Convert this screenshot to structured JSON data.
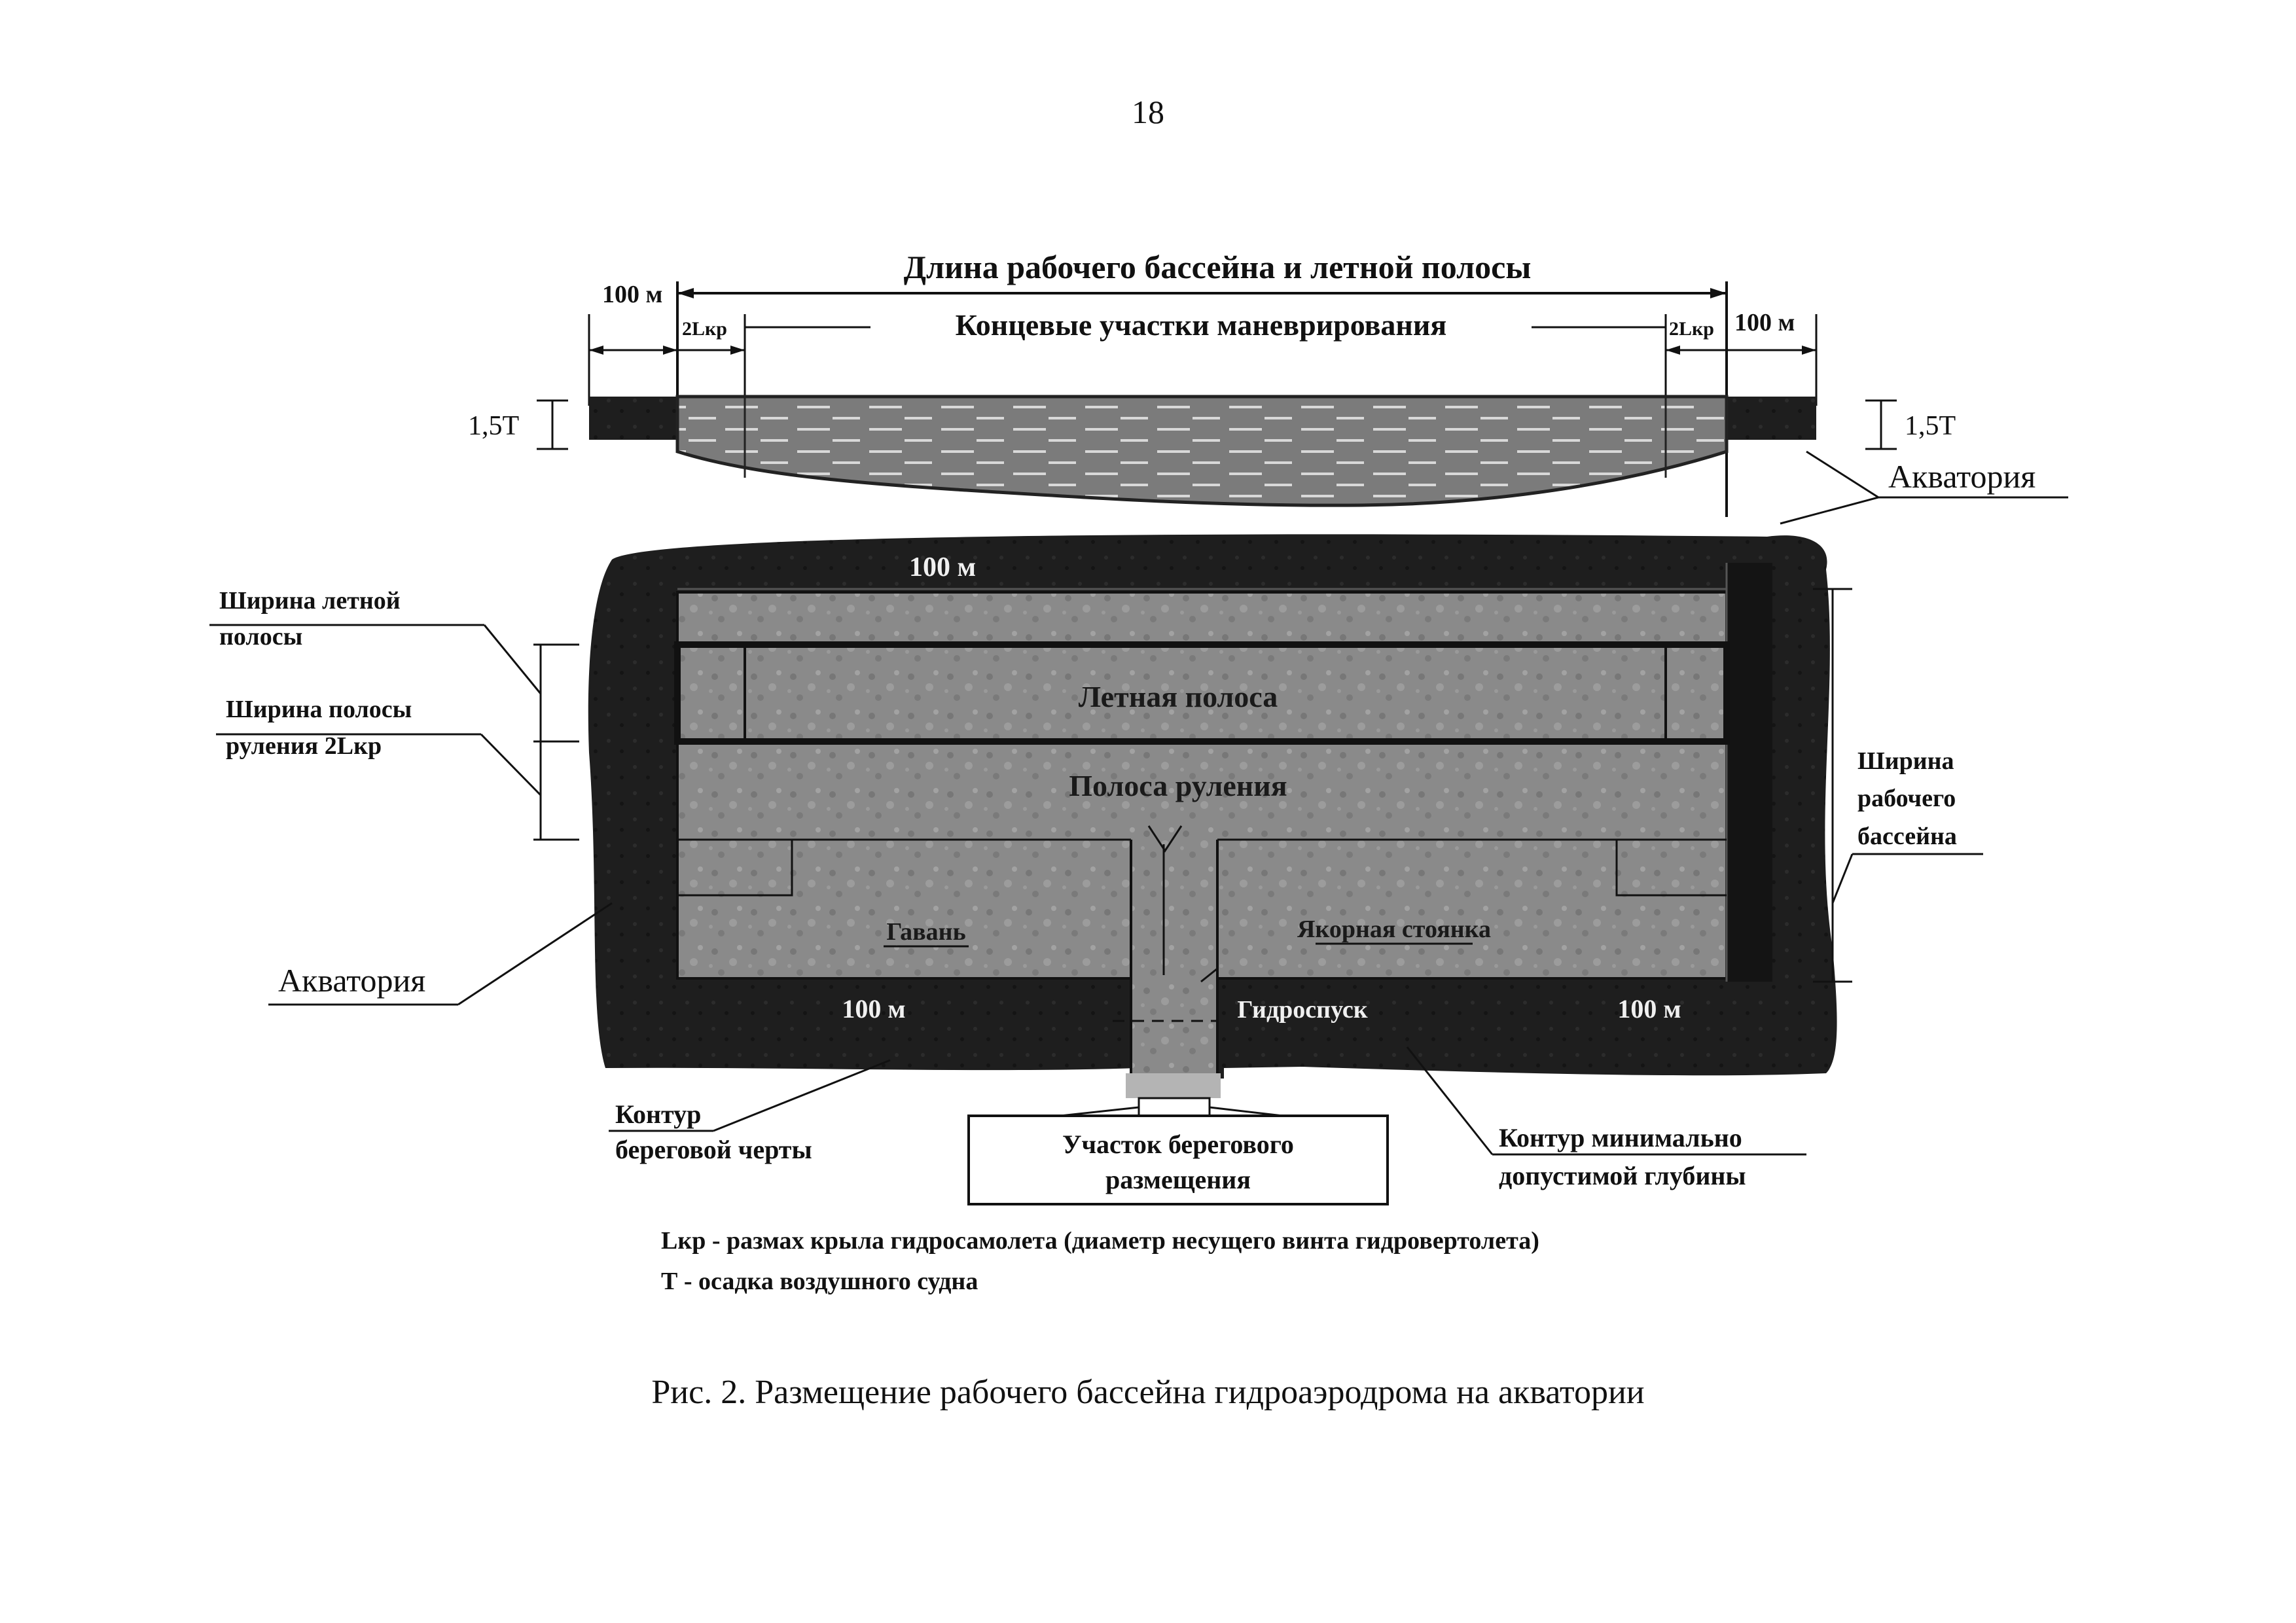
{
  "page_number": "18",
  "caption": "Рис. 2. Размещение рабочего бассейна гидроаэродрома на акватории",
  "section": {
    "length_title": "Длина рабочего бассейна и летной полосы",
    "left_margin": "100 м",
    "right_margin": "100 м",
    "left_end": "2Lкр",
    "right_end": "2Lкр",
    "end_sections": "Концевые участки маневрирования",
    "depth_left": "1,5Т",
    "depth_right": "1,5Т",
    "water_area": "Акватория"
  },
  "plan": {
    "top_margin": "100 м",
    "runway": "Летная полоса",
    "taxiway": "Полоса руления",
    "harbor": "Гавань",
    "anchorage": "Якорная стоянка",
    "slipway": "Гидроспуск",
    "bottom_left_margin": "100 м",
    "bottom_right_margin": "100 м",
    "runway_width_line1": "Ширина летной",
    "runway_width_line2": "полосы",
    "taxi_width_line1": "Ширина полосы",
    "taxi_width_line2": "руления   2Lкр",
    "basin_width_line1": "Ширина",
    "basin_width_line2": "рабочего",
    "basin_width_line3": "бассейна",
    "water_area": "Акватория",
    "shoreline_line1": "Контур",
    "shoreline_line2": "береговой черты",
    "shore_zone_line1": "Участок берегового",
    "shore_zone_line2": "размещения",
    "min_depth_line1": "Контур минимально",
    "min_depth_line2": "допустимой глубины"
  },
  "legend": {
    "lkr": "Lкр - размах крыла гидросамолета (диаметр несущего винта гидровертолета)",
    "t": "Т - осадка воздушного судна"
  },
  "colors": {
    "dark_water": "#1e1e1e",
    "basin": "#8a8a8a",
    "section_fill": "#7a7a7a",
    "shore_strip": "#b4b4b4"
  }
}
